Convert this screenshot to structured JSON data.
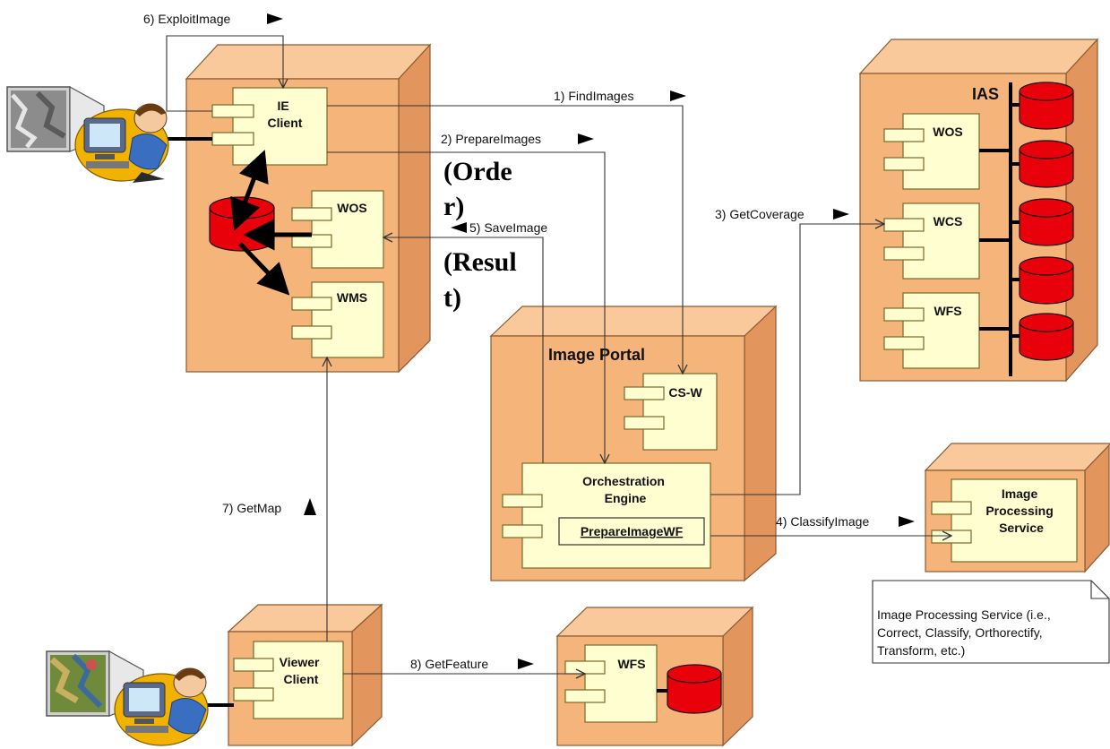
{
  "colors": {
    "node_front": "#f4b47a",
    "node_side": "#e2955c",
    "node_edge": "#8a5a32",
    "component_fill": "#fffed0",
    "component_edge": "#7a6a2a",
    "database": "#e8000a"
  },
  "nodes": {
    "ie": {
      "component_ie": "IE\nClient",
      "component_wos": "WOS",
      "component_wms": "WMS"
    },
    "portal": {
      "title": "Image Portal",
      "component_csw": "CS-W",
      "component_orchestration": "Orchestration\nEngine",
      "workflow": "PrepareImageWF"
    },
    "ias": {
      "title": "IAS",
      "component_wos": "WOS",
      "component_wcs": "WCS",
      "component_wfs": "WFS"
    },
    "ips": {
      "component": "Image\nProcessing\nService"
    },
    "viewer": {
      "component": "Viewer\nClient"
    },
    "wfs": {
      "component": "WFS"
    }
  },
  "messages": {
    "exploit": "6) ExploitImage",
    "find": "1) FindImages",
    "prepare": "2) PrepareImages",
    "save": "5) SaveImage",
    "coverage": "3) GetCoverage",
    "classify": "4) ClassifyImage",
    "getmap": "7) GetMap",
    "getfeature": "8) GetFeature"
  },
  "annotations": {
    "order_line1": "(Orde",
    "order_line2": "r)",
    "result_line1": "(Resul",
    "result_line2": "t)"
  },
  "note": "Image Processing Service (i.e.,\nCorrect, Classify, Orthorectify,\nTransform, etc.)",
  "icons": [
    "user-at-computer-icon",
    "satellite-image-icon",
    "component-icon",
    "database-icon"
  ]
}
